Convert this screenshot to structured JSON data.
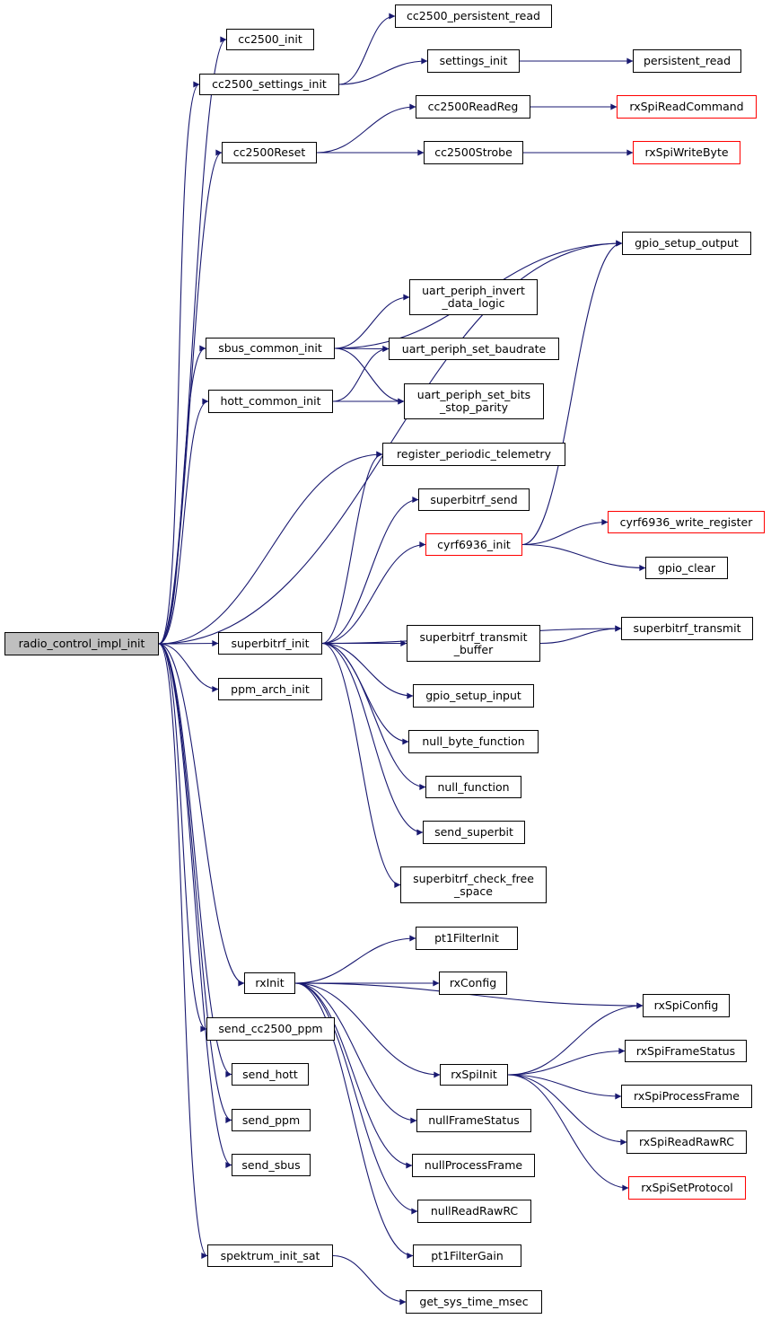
{
  "colors": {
    "edge": "#191970",
    "border": "#000000",
    "truncated_border": "#ff0000",
    "root_fill": "#bfbfbf"
  },
  "nodes": {
    "radio_control_impl_init": "radio_control_impl_init",
    "cc2500_init": "cc2500_init",
    "cc2500_persistent_read": "cc2500_persistent_read",
    "cc2500_settings_init": "cc2500_settings_init",
    "settings_init": "settings_init",
    "persistent_read": "persistent_read",
    "cc2500ReadReg": "cc2500ReadReg",
    "rxSpiReadCommand": "rxSpiReadCommand",
    "cc2500Reset": "cc2500Reset",
    "cc2500Strobe": "cc2500Strobe",
    "rxSpiWriteByte": "rxSpiWriteByte",
    "gpio_setup_output": "gpio_setup_output",
    "uart_periph_invert_data_logic": "uart_periph_invert\n_data_logic",
    "sbus_common_init": "sbus_common_init",
    "uart_periph_set_baudrate": "uart_periph_set_baudrate",
    "hott_common_init": "hott_common_init",
    "uart_periph_set_bits_stop_parity": "uart_periph_set_bits\n_stop_parity",
    "register_periodic_telemetry": "register_periodic_telemetry",
    "superbitrf_send": "superbitrf_send",
    "cyrf6936_init": "cyrf6936_init",
    "cyrf6936_write_register": "cyrf6936_write_register",
    "gpio_clear": "gpio_clear",
    "superbitrf_init": "superbitrf_init",
    "superbitrf_transmit": "superbitrf_transmit",
    "superbitrf_transmit_buffer": "superbitrf_transmit\n_buffer",
    "ppm_arch_init": "ppm_arch_init",
    "gpio_setup_input": "gpio_setup_input",
    "null_byte_function": "null_byte_function",
    "null_function": "null_function",
    "send_superbit": "send_superbit",
    "superbitrf_check_free_space": "superbitrf_check_free\n_space",
    "pt1FilterInit": "pt1FilterInit",
    "rxInit": "rxInit",
    "rxConfig": "rxConfig",
    "rxSpiConfig": "rxSpiConfig",
    "send_cc2500_ppm": "send_cc2500_ppm",
    "rxSpiFrameStatus": "rxSpiFrameStatus",
    "send_hott": "send_hott",
    "rxSpiInit": "rxSpiInit",
    "rxSpiProcessFrame": "rxSpiProcessFrame",
    "nullFrameStatus": "nullFrameStatus",
    "send_ppm": "send_ppm",
    "rxSpiReadRawRC": "rxSpiReadRawRC",
    "nullProcessFrame": "nullProcessFrame",
    "send_sbus": "send_sbus",
    "rxSpiSetProtocol": "rxSpiSetProtocol",
    "nullReadRawRC": "nullReadRawRC",
    "pt1FilterGain": "pt1FilterGain",
    "spektrum_init_sat": "spektrum_init_sat",
    "get_sys_time_msec": "get_sys_time_msec"
  },
  "edges": [
    [
      "radio_control_impl_init",
      "cc2500_init"
    ],
    [
      "radio_control_impl_init",
      "cc2500_settings_init"
    ],
    [
      "radio_control_impl_init",
      "cc2500Reset"
    ],
    [
      "radio_control_impl_init",
      "gpio_setup_output"
    ],
    [
      "radio_control_impl_init",
      "sbus_common_init"
    ],
    [
      "radio_control_impl_init",
      "hott_common_init"
    ],
    [
      "radio_control_impl_init",
      "register_periodic_telemetry"
    ],
    [
      "radio_control_impl_init",
      "superbitrf_init"
    ],
    [
      "radio_control_impl_init",
      "ppm_arch_init"
    ],
    [
      "radio_control_impl_init",
      "rxInit"
    ],
    [
      "radio_control_impl_init",
      "send_cc2500_ppm"
    ],
    [
      "radio_control_impl_init",
      "send_hott"
    ],
    [
      "radio_control_impl_init",
      "send_ppm"
    ],
    [
      "radio_control_impl_init",
      "send_sbus"
    ],
    [
      "radio_control_impl_init",
      "spektrum_init_sat"
    ],
    [
      "cc2500_settings_init",
      "cc2500_persistent_read"
    ],
    [
      "cc2500_settings_init",
      "settings_init"
    ],
    [
      "settings_init",
      "persistent_read"
    ],
    [
      "cc2500Reset",
      "cc2500ReadReg"
    ],
    [
      "cc2500Reset",
      "cc2500Strobe"
    ],
    [
      "cc2500ReadReg",
      "rxSpiReadCommand"
    ],
    [
      "cc2500Strobe",
      "rxSpiWriteByte"
    ],
    [
      "sbus_common_init",
      "gpio_setup_output"
    ],
    [
      "sbus_common_init",
      "uart_periph_invert_data_logic"
    ],
    [
      "sbus_common_init",
      "uart_periph_set_baudrate"
    ],
    [
      "sbus_common_init",
      "uart_periph_set_bits_stop_parity"
    ],
    [
      "hott_common_init",
      "uart_periph_set_baudrate"
    ],
    [
      "hott_common_init",
      "uart_periph_set_bits_stop_parity"
    ],
    [
      "superbitrf_init",
      "register_periodic_telemetry"
    ],
    [
      "superbitrf_init",
      "superbitrf_send"
    ],
    [
      "superbitrf_init",
      "cyrf6936_init"
    ],
    [
      "superbitrf_init",
      "superbitrf_transmit"
    ],
    [
      "superbitrf_init",
      "superbitrf_transmit_buffer"
    ],
    [
      "superbitrf_init",
      "gpio_setup_input"
    ],
    [
      "superbitrf_init",
      "null_byte_function"
    ],
    [
      "superbitrf_init",
      "null_function"
    ],
    [
      "superbitrf_init",
      "send_superbit"
    ],
    [
      "superbitrf_init",
      "superbitrf_check_free_space"
    ],
    [
      "cyrf6936_init",
      "gpio_setup_output"
    ],
    [
      "cyrf6936_init",
      "cyrf6936_write_register"
    ],
    [
      "cyrf6936_init",
      "gpio_clear"
    ],
    [
      "superbitrf_transmit_buffer",
      "superbitrf_transmit"
    ],
    [
      "rxInit",
      "pt1FilterInit"
    ],
    [
      "rxInit",
      "rxConfig"
    ],
    [
      "rxInit",
      "rxSpiConfig"
    ],
    [
      "rxInit",
      "rxSpiInit"
    ],
    [
      "rxInit",
      "nullFrameStatus"
    ],
    [
      "rxInit",
      "nullProcessFrame"
    ],
    [
      "rxInit",
      "nullReadRawRC"
    ],
    [
      "rxInit",
      "pt1FilterGain"
    ],
    [
      "rxSpiInit",
      "rxSpiConfig"
    ],
    [
      "rxSpiInit",
      "rxSpiFrameStatus"
    ],
    [
      "rxSpiInit",
      "rxSpiProcessFrame"
    ],
    [
      "rxSpiInit",
      "rxSpiReadRawRC"
    ],
    [
      "rxSpiInit",
      "rxSpiSetProtocol"
    ],
    [
      "spektrum_init_sat",
      "get_sys_time_msec"
    ]
  ]
}
